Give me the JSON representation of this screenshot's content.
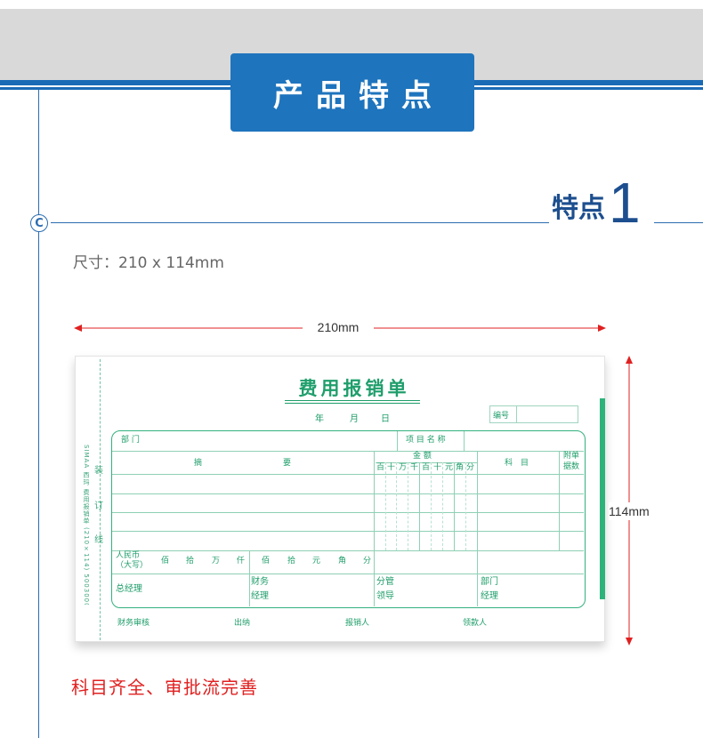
{
  "header": {
    "title": "产品特点"
  },
  "marker": {
    "symbol": "C"
  },
  "feature": {
    "label": "特点",
    "number": "1"
  },
  "size_text": "尺寸：210 x 114mm",
  "dimensions": {
    "width_label": "210mm",
    "height_label": "114mm"
  },
  "voucher": {
    "side_text": "SIMAA 西玛 费用报销单 (210×114) 5003000",
    "binding": [
      "装",
      "订",
      "线"
    ],
    "title": "费用报销单",
    "date": {
      "year": "年",
      "month": "月",
      "day": "日"
    },
    "serial_label": "编号",
    "department_label": "部 门",
    "project_label": "项 目 名 称",
    "summary_label": "摘",
    "summary_label2": "要",
    "amount_label": "金 额",
    "amount_digits": [
      "百",
      "十",
      "万",
      "千",
      "百",
      "十",
      "元",
      "角",
      "分"
    ],
    "subject_label": "科　目",
    "attachment_label_1": "附单",
    "attachment_label_2": "据数",
    "rmb_label_1": "人民币",
    "rmb_label_2": "（大写）",
    "rmb_units": [
      "佰",
      "拾",
      "万",
      "仟",
      "佰",
      "拾",
      "元",
      "角",
      "分"
    ],
    "approvers": [
      {
        "line1": "总经理",
        "line2": ""
      },
      {
        "line1": "财务",
        "line2": "经理"
      },
      {
        "line1": "分管",
        "line2": "领导"
      },
      {
        "line1": "部门",
        "line2": "经理"
      }
    ],
    "signatures": [
      "财务审核",
      "出纳",
      "报销人",
      "领款人"
    ]
  },
  "caption": "科目齐全、审批流完善",
  "colors": {
    "brand_blue": "#1e74bd",
    "voucher_green": "#1f9e6b",
    "caption_red": "#e02020"
  }
}
